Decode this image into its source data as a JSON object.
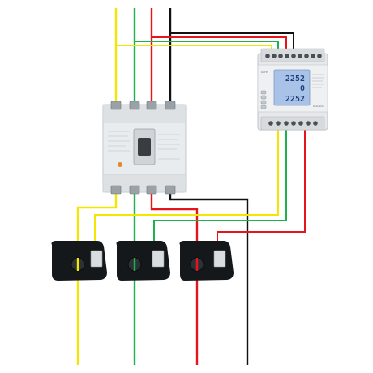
{
  "colors": {
    "wire_yellow": "#f3e600",
    "wire_green": "#1fb14b",
    "wire_red": "#e4161b",
    "wire_black": "#111111",
    "breaker_body": "#e9ecef",
    "meter_body": "#e6e8eb",
    "lcd_background": "#a9c3e8",
    "ct_body": "#15181a"
  },
  "meter": {
    "brand": "Acrel",
    "model": "ADL400",
    "display_line_1": "2252",
    "display_line_2": "0",
    "display_line_3": "2252"
  }
}
